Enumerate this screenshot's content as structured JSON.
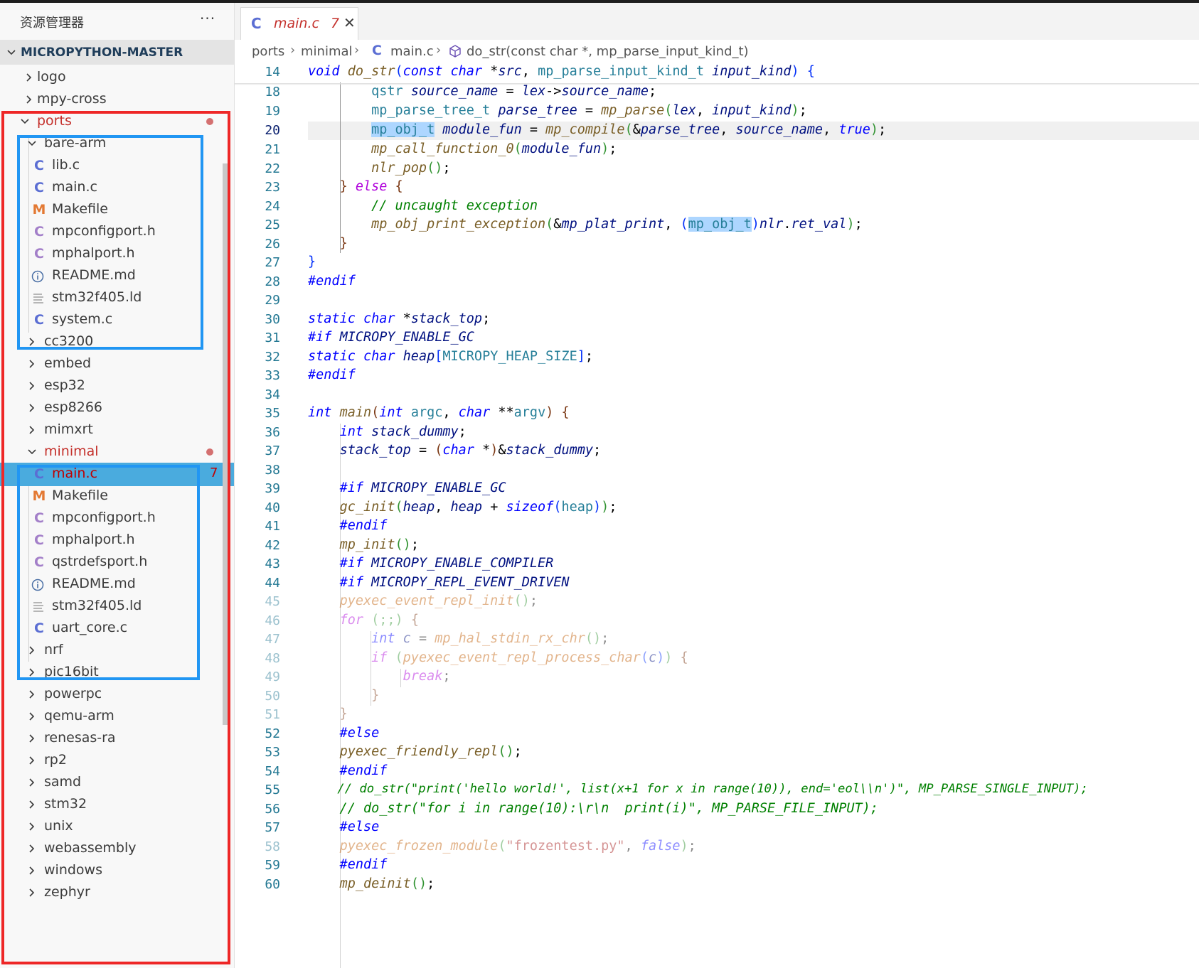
{
  "sidebar": {
    "title": "资源管理器",
    "more": "···",
    "section": "MICROPYTHON-MASTER",
    "tree": [
      {
        "label": "logo",
        "type": "folder"
      },
      {
        "label": "mpy-cross",
        "type": "folder"
      },
      {
        "label": "ports",
        "type": "folder-open"
      },
      {
        "label": "bare-arm",
        "type": "folder-open"
      },
      {
        "label": "lib.c",
        "type": "c"
      },
      {
        "label": "main.c",
        "type": "c"
      },
      {
        "label": "Makefile",
        "type": "m"
      },
      {
        "label": "mpconfigport.h",
        "type": "h"
      },
      {
        "label": "mphalport.h",
        "type": "h"
      },
      {
        "label": "README.md",
        "type": "info"
      },
      {
        "label": "stm32f405.ld",
        "type": "lines"
      },
      {
        "label": "system.c",
        "type": "c"
      },
      {
        "label": "cc3200",
        "type": "folder"
      },
      {
        "label": "embed",
        "type": "folder"
      },
      {
        "label": "esp32",
        "type": "folder"
      },
      {
        "label": "esp8266",
        "type": "folder"
      },
      {
        "label": "mimxrt",
        "type": "folder"
      },
      {
        "label": "minimal",
        "type": "folder-open"
      },
      {
        "label": "main.c",
        "type": "c",
        "badge": "7"
      },
      {
        "label": "Makefile",
        "type": "m"
      },
      {
        "label": "mpconfigport.h",
        "type": "h"
      },
      {
        "label": "mphalport.h",
        "type": "h"
      },
      {
        "label": "qstrdefsport.h",
        "type": "h"
      },
      {
        "label": "README.md",
        "type": "info"
      },
      {
        "label": "stm32f405.ld",
        "type": "lines"
      },
      {
        "label": "uart_core.c",
        "type": "c"
      },
      {
        "label": "nrf",
        "type": "folder"
      },
      {
        "label": "pic16bit",
        "type": "folder"
      },
      {
        "label": "powerpc",
        "type": "folder"
      },
      {
        "label": "qemu-arm",
        "type": "folder"
      },
      {
        "label": "renesas-ra",
        "type": "folder"
      },
      {
        "label": "rp2",
        "type": "folder"
      },
      {
        "label": "samd",
        "type": "folder"
      },
      {
        "label": "stm32",
        "type": "folder"
      },
      {
        "label": "unix",
        "type": "folder"
      },
      {
        "label": "webassembly",
        "type": "folder"
      },
      {
        "label": "windows",
        "type": "folder"
      },
      {
        "label": "zephyr",
        "type": "folder"
      }
    ]
  },
  "tab": {
    "icon": "C",
    "label": "main.c",
    "count": "7",
    "close": "✕"
  },
  "breadcrumb": {
    "items": [
      "ports",
      "minimal",
      "main.c",
      "do_str(const char *, mp_parse_input_kind_t)"
    ]
  },
  "editor": {
    "active_line": "20",
    "line_numbers": [
      "14",
      "18",
      "19",
      "20",
      "21",
      "22",
      "23",
      "24",
      "25",
      "26",
      "27",
      "28",
      "29",
      "30",
      "31",
      "32",
      "33",
      "34",
      "35",
      "36",
      "37",
      "38",
      "39",
      "40",
      "41",
      "42",
      "43",
      "44",
      "45",
      "46",
      "47",
      "48",
      "49",
      "50",
      "51",
      "52",
      "53",
      "54",
      "55",
      "56",
      "57",
      "58",
      "59",
      "60"
    ],
    "lines": [
      "void do_str(const char *src, mp_parse_input_kind_t input_kind) {",
      "        qstr source_name = lex->source_name;",
      "        mp_parse_tree_t parse_tree = mp_parse(lex, input_kind);",
      "        mp_obj_t module_fun = mp_compile(&parse_tree, source_name, true);",
      "        mp_call_function_0(module_fun);",
      "        nlr_pop();",
      "    } else {",
      "        // uncaught exception",
      "        mp_obj_print_exception(&mp_plat_print, (mp_obj_t)nlr.ret_val);",
      "    }",
      "}",
      "#endif",
      "",
      "static char *stack_top;",
      "#if MICROPY_ENABLE_GC",
      "static char heap[MICROPY_HEAP_SIZE];",
      "#endif",
      "",
      "int main(int argc, char **argv) {",
      "    int stack_dummy;",
      "    stack_top = (char *)&stack_dummy;",
      "",
      "    #if MICROPY_ENABLE_GC",
      "    gc_init(heap, heap + sizeof(heap));",
      "    #endif",
      "    mp_init();",
      "    #if MICROPY_ENABLE_COMPILER",
      "    #if MICROPY_REPL_EVENT_DRIVEN",
      "    pyexec_event_repl_init();",
      "    for (;;) {",
      "        int c = mp_hal_stdin_rx_chr();",
      "        if (pyexec_event_repl_process_char(c)) {",
      "            break;",
      "        }",
      "    }",
      "    #else",
      "    pyexec_friendly_repl();",
      "    #endif",
      "    // do_str(\"print('hello world!', list(x+1 for x in range(10)), end='eol\\\\n')\", MP_PARSE_SINGLE_INPUT);",
      "    // do_str(\"for i in range(10):\\r\\n  print(i)\", MP_PARSE_FILE_INPUT);",
      "    #else",
      "    pyexec_frozen_module(\"frozentest.py\", false);",
      "    #endif",
      "    mp_deinit();"
    ]
  },
  "colors": {
    "selection": "#4aabde",
    "annotation_red": "#ee2727",
    "annotation_blue": "#2196f3",
    "error": "#c4302b"
  }
}
